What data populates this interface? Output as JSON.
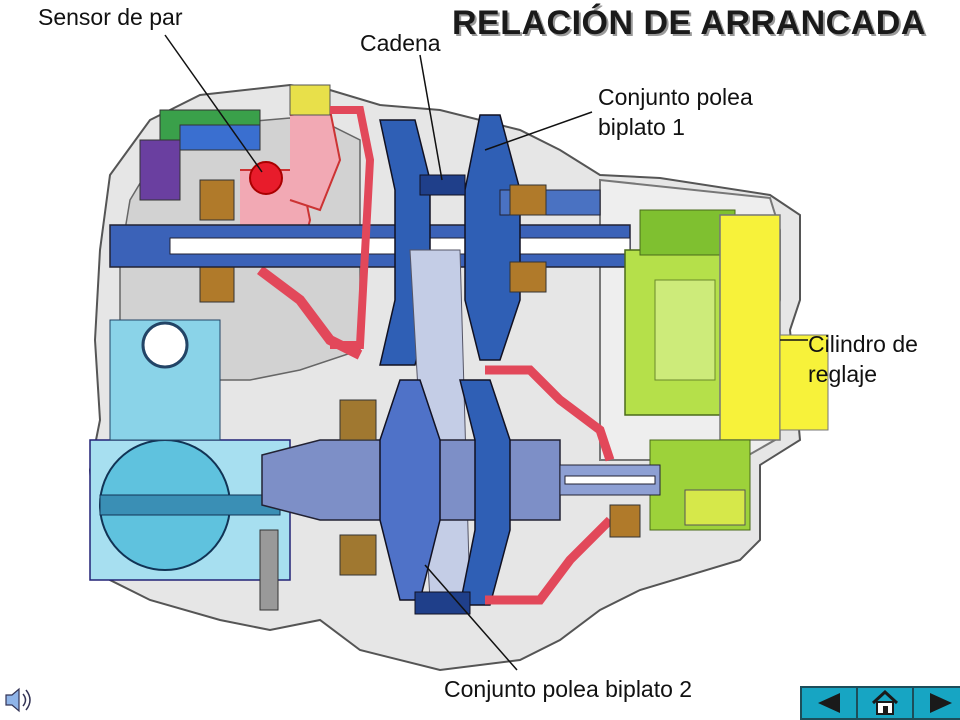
{
  "title": "RELACIÓN DE ARRANCADA",
  "labels": {
    "sensor_de_par": "Sensor de par",
    "cadena": "Cadena",
    "polea1_line1": "Conjunto polea",
    "polea1_line2": "biplato 1",
    "cilindro_line1": "Cilindro de",
    "cilindro_line2": "reglaje",
    "polea2": "Conjunto polea biplato 2"
  },
  "colors": {
    "pulley_blue": "#2f5fb5",
    "pulley_light": "#c4cde6",
    "shaft_slate": "#7d8fc7",
    "oil_red": "#e2485a",
    "oil_pink": "#f2a9b4",
    "cylinder_yellow": "#f7f23a",
    "cylinder_green": "#b5e04a",
    "housing_grey": "#b7b7b7",
    "differential_cyan": "#7fd0e6",
    "bearing_brown": "#a07830",
    "nav_button": "#17a5c3"
  },
  "navigation": {
    "prev_icon": "triangle-left-icon",
    "home_icon": "home-icon",
    "next_icon": "triangle-right-icon",
    "audio_icon": "speaker-icon"
  }
}
